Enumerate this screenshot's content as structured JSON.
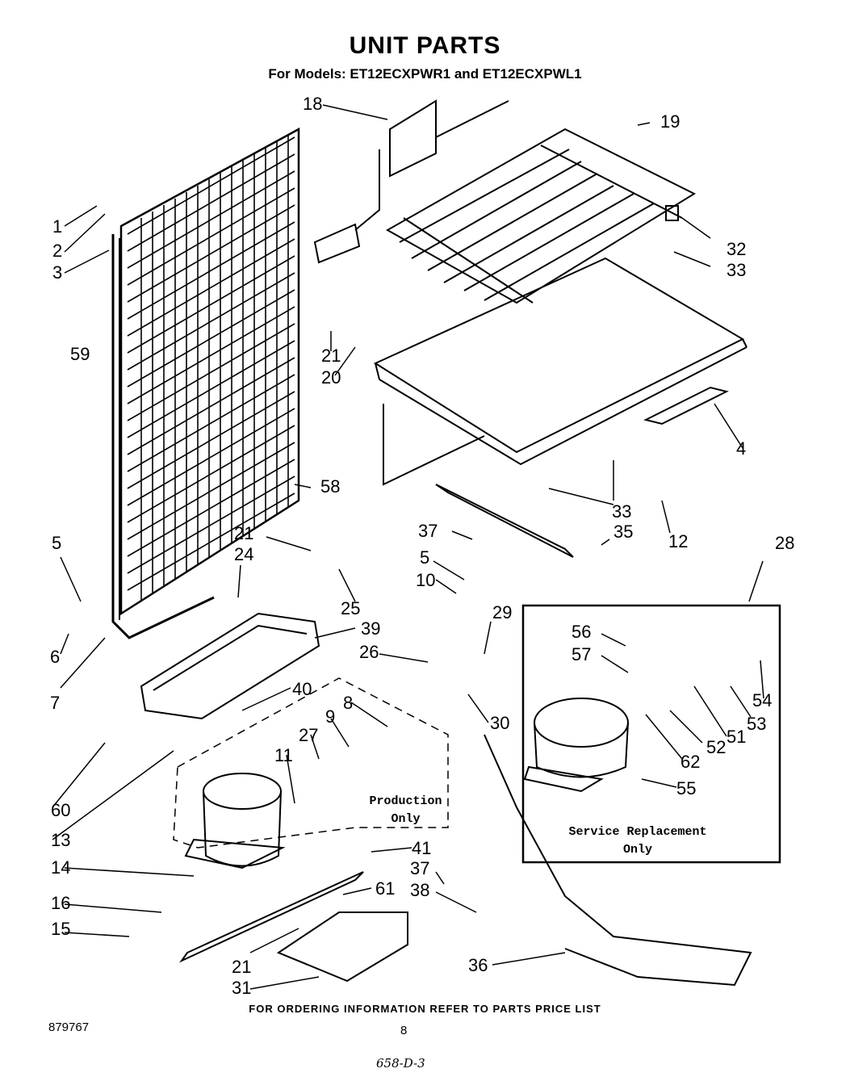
{
  "header": {
    "title": "UNIT PARTS",
    "subtitle": "For Models: ET12ECXPWR1 and ET12ECXPWL1"
  },
  "callouts": [
    "1",
    "2",
    "3",
    "59",
    "18",
    "19",
    "32",
    "33",
    "21",
    "20",
    "4",
    "33",
    "12",
    "58",
    "5",
    "6",
    "7",
    "21",
    "24",
    "25",
    "39",
    "37",
    "5",
    "10",
    "35",
    "29",
    "26",
    "28",
    "40",
    "8",
    "9",
    "27",
    "11",
    "60",
    "13",
    "14",
    "16",
    "15",
    "41",
    "37",
    "61",
    "38",
    "21",
    "31",
    "36",
    "30",
    "56",
    "57",
    "54",
    "51",
    "53",
    "52",
    "62",
    "55"
  ],
  "notes": {
    "production": "Production\nOnly",
    "service": "Service Replacement\nOnly"
  },
  "footer": {
    "ordering": "FOR ORDERING INFORMATION REFER TO PARTS PRICE LIST",
    "doc_number": "879767",
    "page_number": "8",
    "handwritten": "658-D-3"
  }
}
